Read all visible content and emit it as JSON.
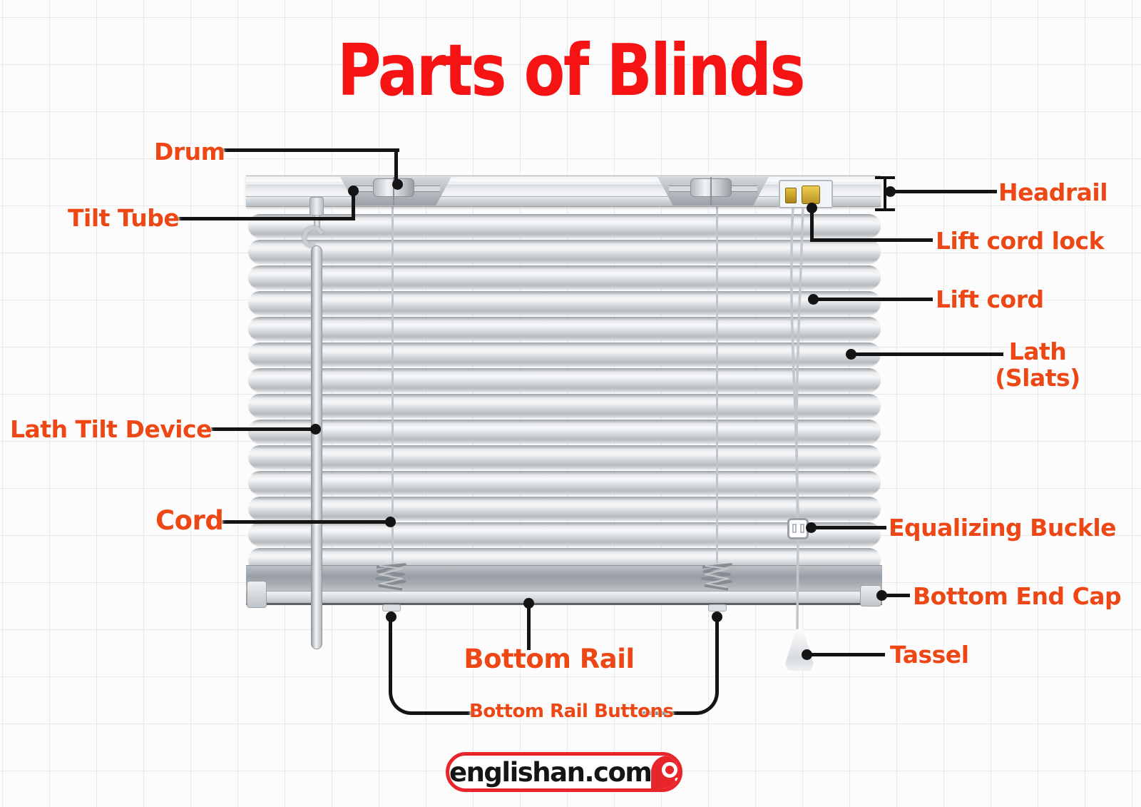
{
  "title": "Parts of Blinds",
  "labels": {
    "drum": "Drum",
    "tilt_tube": "Tilt Tube",
    "headrail": "Headrail",
    "lift_cord_lock": "Lift cord lock",
    "lift_cord": "Lift cord",
    "lath_line1": "Lath",
    "lath_line2": "(Slats)",
    "lath_tilt_device": "Lath Tilt Device",
    "cord": "Cord",
    "equalizing_buckle": "Equalizing Buckle",
    "bottom_end_cap": "Bottom End Cap",
    "tassel": "Tassel",
    "bottom_rail": "Bottom Rail",
    "bottom_rail_buttons": "Bottom Rail Buttons"
  },
  "illustration": {
    "slat_count": 14
  },
  "footer": {
    "site": "englishan.com",
    "search_icon": "magnifier"
  },
  "colors": {
    "title": "#f51313",
    "label": "#ee4716",
    "leader": "#141414",
    "badge_red": "#e8252a"
  }
}
